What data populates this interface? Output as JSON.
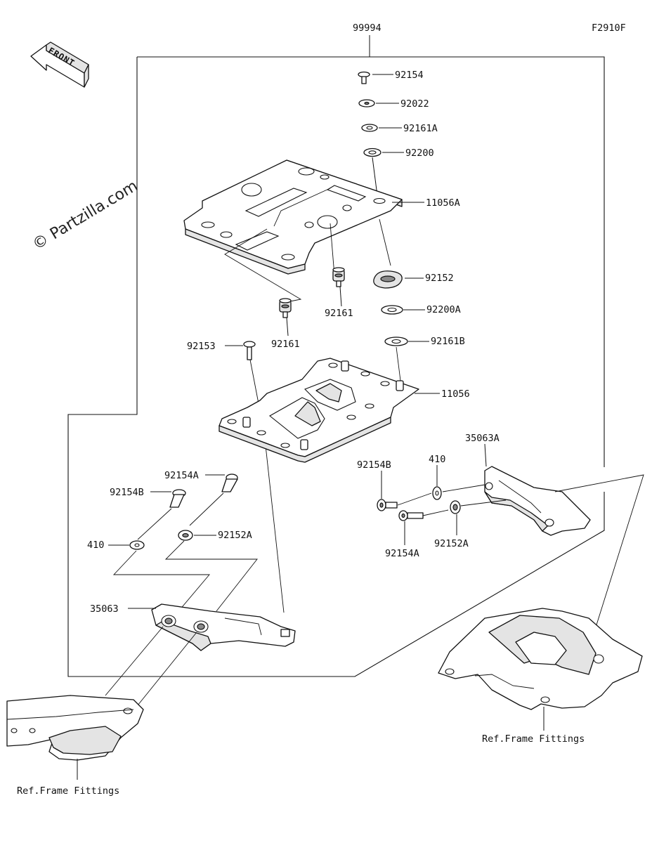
{
  "figure_code": "F2910F",
  "assembly_number": "99994",
  "front_label": "FRONT",
  "watermark": "© Partzilla.com",
  "callouts": {
    "p92154": "92154",
    "p92022": "92022",
    "p92161A": "92161A",
    "p92200": "92200",
    "p11056A": "11056A",
    "p92152": "92152",
    "p92161_center": "92161",
    "p92161_left": "92161",
    "p92200A": "92200A",
    "p92161B": "92161B",
    "p92153": "92153",
    "p11056": "11056",
    "p35063A": "35063A",
    "p92154B_right": "92154B",
    "p410_right": "410",
    "p92154A_right": "92154A",
    "p92152A_right": "92152A",
    "p92154A_left": "92154A",
    "p92154B_left": "92154B",
    "p410_left": "410",
    "p92152A_left": "92152A",
    "p35063": "35063"
  },
  "reference_labels": {
    "right": "Ref.Frame Fittings",
    "left": "Ref.Frame Fittings"
  },
  "colors": {
    "line": "#111111",
    "background": "#ffffff",
    "shade": "#e4e4e4"
  }
}
